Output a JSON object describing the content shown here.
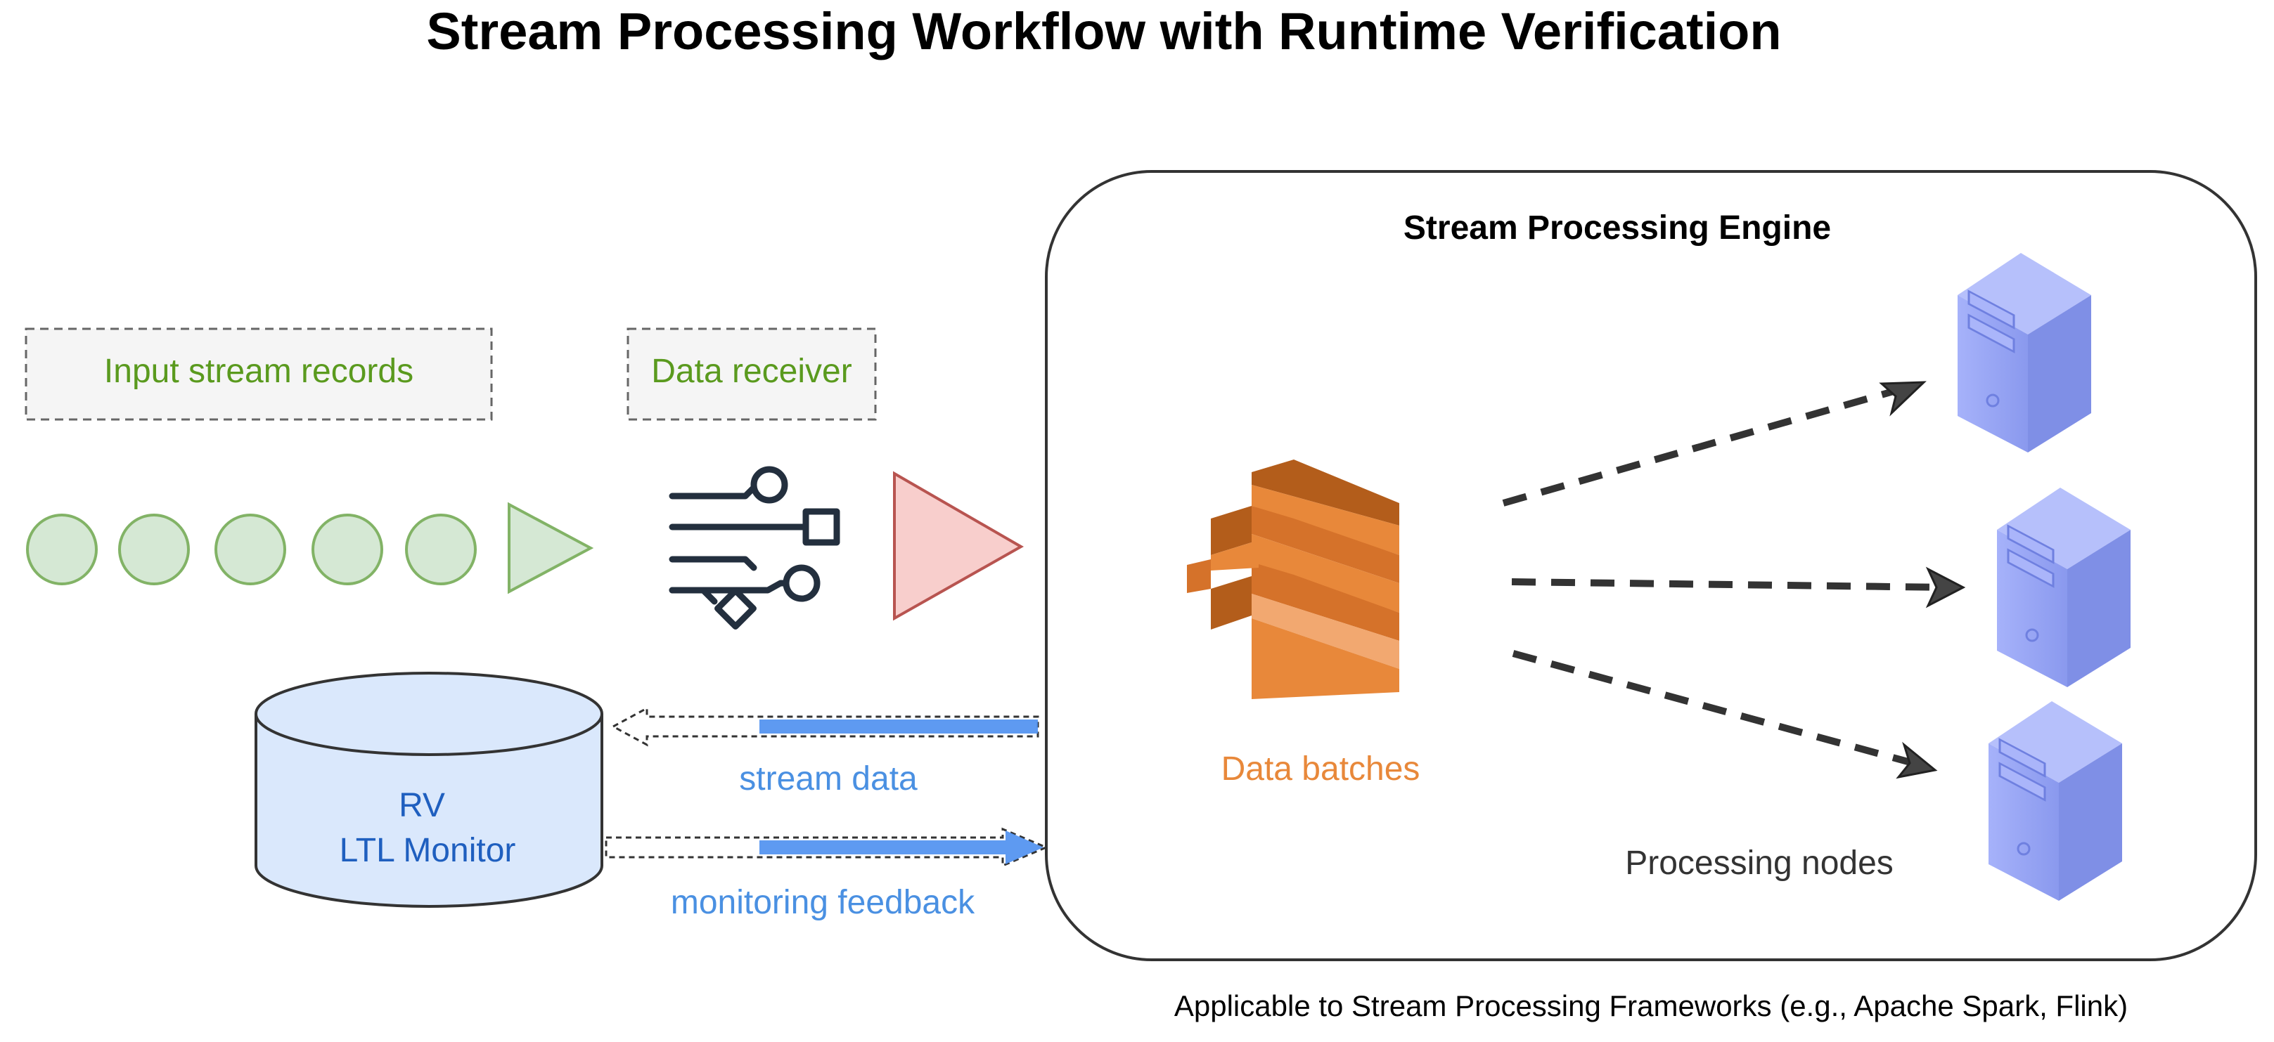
{
  "title": "Stream Processing Workflow with Runtime Verification",
  "labels": {
    "input_stream": "Input stream records",
    "data_receiver": "Data receiver",
    "engine": "Stream Processing Engine",
    "batches": "Data batches",
    "nodes": "Processing nodes",
    "stream_data": "stream data",
    "feedback": "monitoring feedback",
    "monitor_line1": "RV",
    "monitor_line2": "LTL Monitor",
    "footer": "Applicable to Stream Processing Frameworks (e.g., Apache Spark, Flink)"
  },
  "colors": {
    "green_text": "#5a9a1e",
    "green_fill": "#d5e8d4",
    "green_stroke": "#82b366",
    "pink_fill": "#f8cecc",
    "pink_stroke": "#b85450",
    "blue_text": "#4a90e2",
    "blue_arrow": "#4d8ff0",
    "monitor_fill": "#dae8fc",
    "monitor_text": "#1f5fbf",
    "orange": "#e8883a",
    "server": "#8c9cf0",
    "dark": "#333333"
  },
  "icons": {
    "receiver": "filter-connector-icon",
    "batches": "kinesis-stream-icon",
    "server": "server-tower-icon"
  }
}
